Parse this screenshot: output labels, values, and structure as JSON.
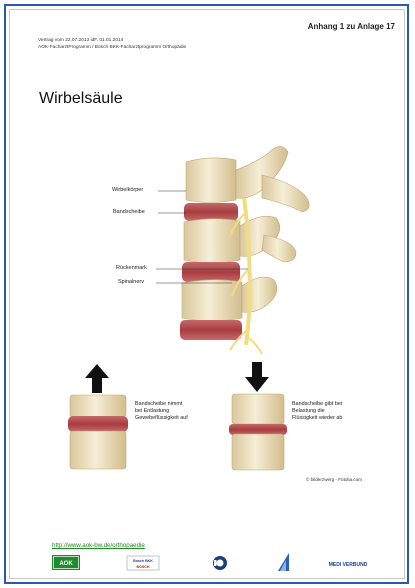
{
  "header": {
    "annex": "Anhang 1 zu Anlage 17",
    "contract_line1": "Vertrag vom 22.07.2013 idF. 01.01.2014",
    "contract_line2": "AOK-FacharztProgramm / Bosch BKK-Facharztprogramm Orthopädie"
  },
  "title": "Wirbelsäule",
  "diagram": {
    "labels": [
      "Wirbelkörper",
      "Bandscheibe",
      "Rückenmark",
      "Spinalnerv"
    ],
    "caption_left": "Bandscheibe nimmt\nbei Entlastung\nGewebeflüssigkeit auf",
    "caption_right": "Bandscheibe gibt bei\nBelastung die\nFlüssigkeit wieder ab",
    "credit": "© bilderzwerg - Fotolia.com"
  },
  "footer": {
    "link": "http://www.aok-bw.de/orthopaedie",
    "logos": [
      "AOK",
      "Bosch BKK",
      "headset",
      "MEDI",
      "MEDI VERBUND"
    ],
    "logo_text": {
      "aok": "AOK",
      "bosch_top": "Bosch BKK",
      "bosch_bottom": "BOSCH",
      "medi_verbund": "MEDI VERBUND"
    }
  },
  "colors": {
    "frame": "#2d5aa8",
    "link": "#1e8a1e",
    "disc": "#b5474a",
    "bone": "#efe3c2",
    "nerve": "#f2dc80"
  }
}
